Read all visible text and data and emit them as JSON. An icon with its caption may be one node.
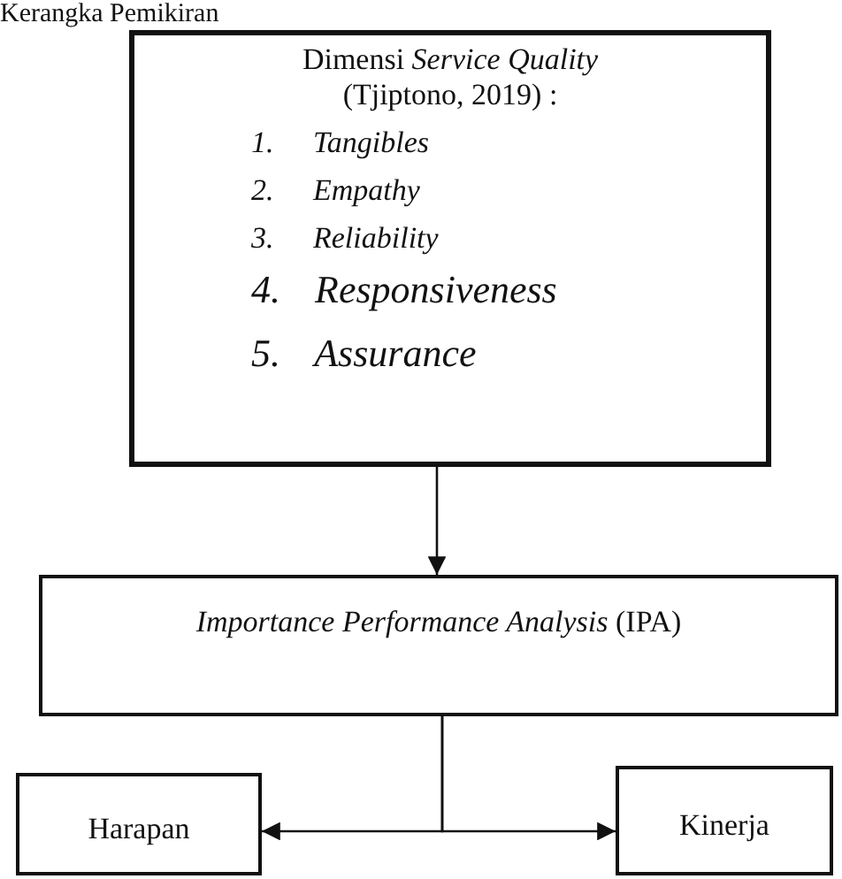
{
  "diagram": {
    "nodes": [
      {
        "text": [
          "Dimensi *Service Quality* (Tjiptono, 2019) :",
          "1. Tangibles",
          "2. Empathy",
          "3. Reliability",
          "4. Responsiveness",
          "5. Assurance"
        ]
      },
      {
        "text": [
          "*Importance Performance Analysis* (IPA)"
        ]
      },
      {
        "text": [
          "Harapan"
        ]
      },
      {
        "text": [
          "Kinerja"
        ]
      }
    ],
    "edges": [
      {
        "from": 0,
        "to": 1,
        "arrow": "to"
      },
      {
        "from": 1,
        "to": 2,
        "arrow": "to"
      },
      {
        "from": 1,
        "to": 3,
        "arrow": "to"
      }
    ],
    "labels": [
      "Kerangka Pemikiran"
    ]
  }
}
